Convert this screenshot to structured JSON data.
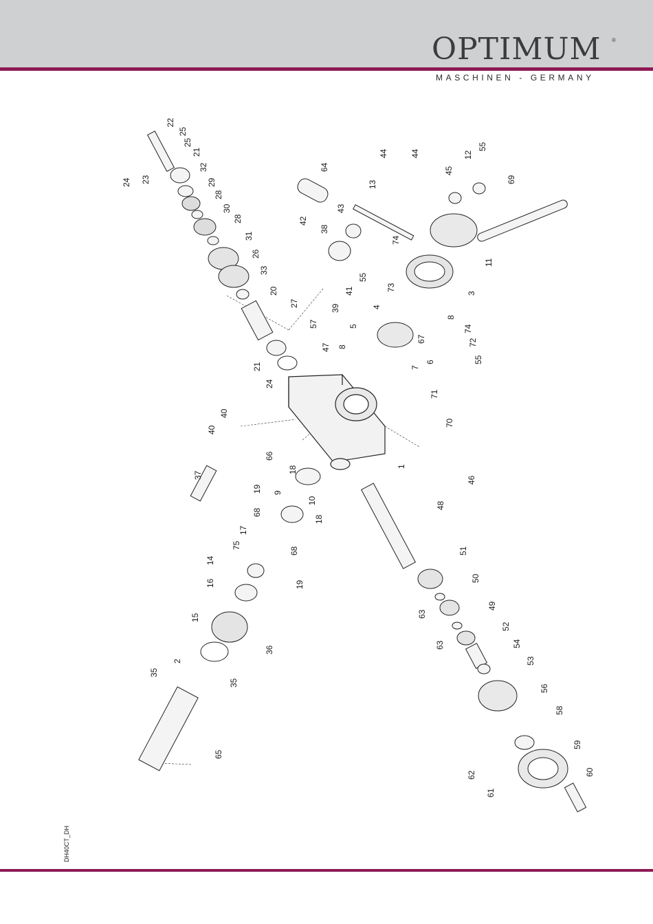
{
  "brand": {
    "name": "OPTIMUM",
    "registered": "®",
    "tagline": "MASCHINEN - GERMANY",
    "accent_color": "#8e1a55",
    "header_color": "#cfd0d2"
  },
  "document_code": "DH40CT_DH",
  "part_labels": [
    "22",
    "25",
    "25",
    "24",
    "23",
    "21",
    "32",
    "29",
    "28",
    "30",
    "28",
    "31",
    "26",
    "33",
    "20",
    "27",
    "64",
    "42",
    "38",
    "43",
    "39",
    "41",
    "13",
    "44",
    "44",
    "45",
    "12",
    "55",
    "69",
    "11",
    "3",
    "55",
    "74",
    "73",
    "4",
    "8",
    "67",
    "5",
    "8",
    "57",
    "47",
    "21",
    "24",
    "6",
    "74",
    "72",
    "55",
    "7",
    "71",
    "70",
    "40",
    "40",
    "37",
    "66",
    "18",
    "1",
    "19",
    "9",
    "10",
    "18",
    "68",
    "17",
    "68",
    "75",
    "14",
    "19",
    "16",
    "15",
    "36",
    "2",
    "35",
    "35",
    "65",
    "46",
    "48",
    "51",
    "63",
    "50",
    "63",
    "49",
    "52",
    "54",
    "53",
    "56",
    "58",
    "62",
    "59",
    "61",
    "60"
  ]
}
